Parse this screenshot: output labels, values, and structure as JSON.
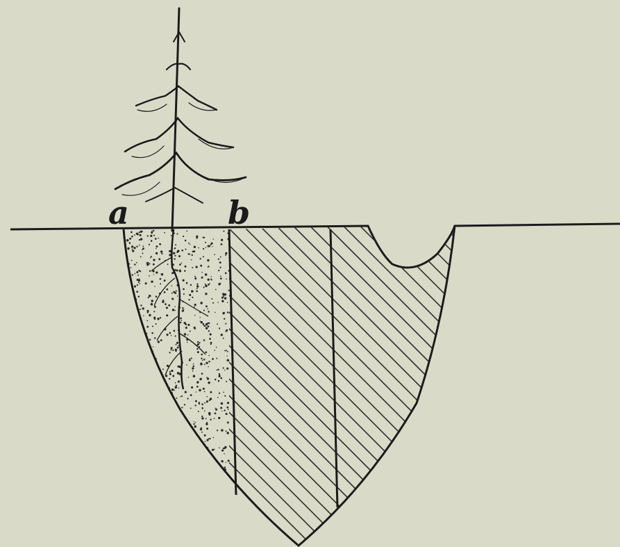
{
  "figure": {
    "labels": {
      "a": "a",
      "b": "b"
    },
    "colors": {
      "paper": "#d9dbc8",
      "ink": "#1b1b1b",
      "hatch": "#2a2a2a"
    },
    "elements": [
      "ground-line",
      "spruce-tree",
      "soil-profile",
      "sandy-zone",
      "hatched-zone",
      "surface-depression",
      "root"
    ]
  }
}
